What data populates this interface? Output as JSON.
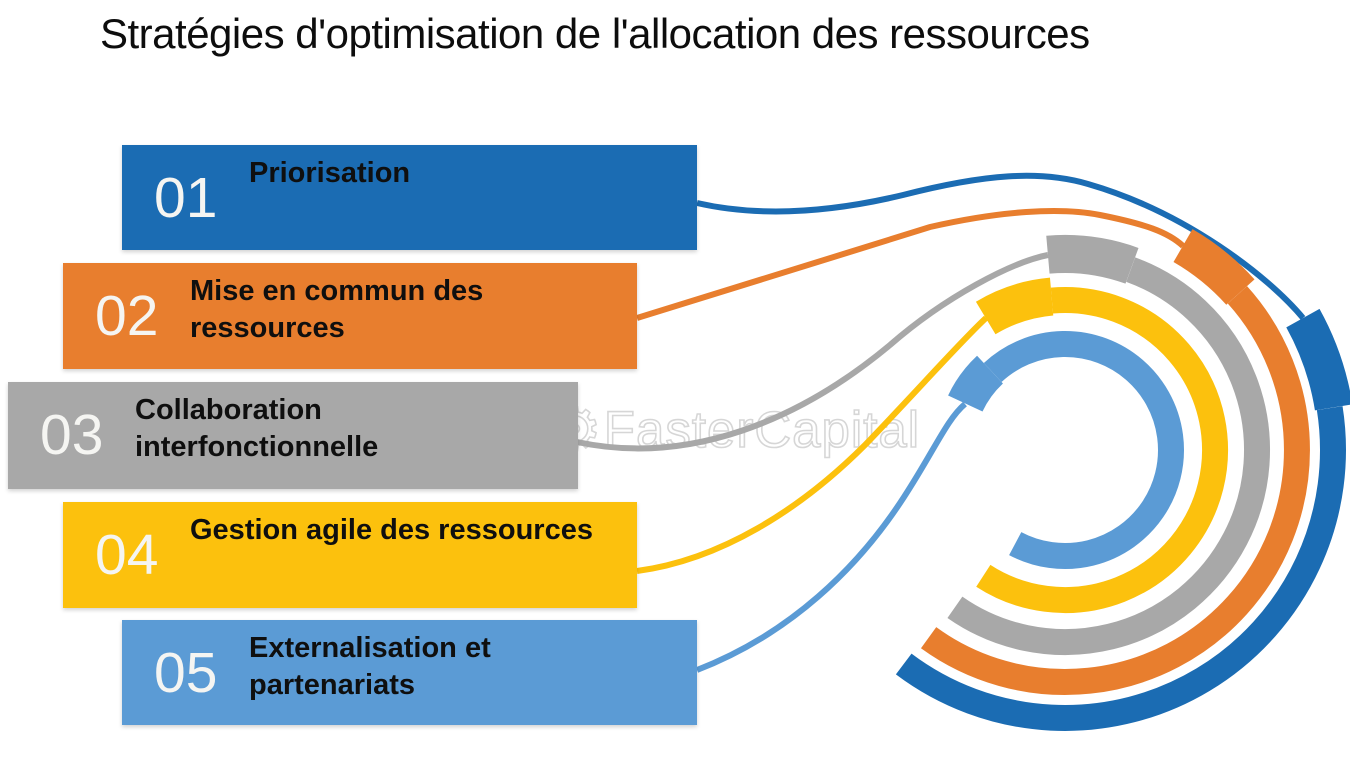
{
  "title": "Stratégies d'optimisation de l'allocation des ressources",
  "watermark": {
    "text": "FasterCapital",
    "gear_icon": "⚙"
  },
  "steps": [
    {
      "number": "01",
      "label": "Priorisation",
      "color": "#1B6CB3"
    },
    {
      "number": "02",
      "label": "Mise en commun des ressources",
      "color": "#E87E2E"
    },
    {
      "number": "03",
      "label": "Collaboration interfonctionnelle",
      "color": "#A8A8A8"
    },
    {
      "number": "04",
      "label": "Gestion agile des ressources",
      "color": "#FCC10D"
    },
    {
      "number": "05",
      "label": "Externalisation et partenariats",
      "color": "#5B9BD5"
    }
  ]
}
